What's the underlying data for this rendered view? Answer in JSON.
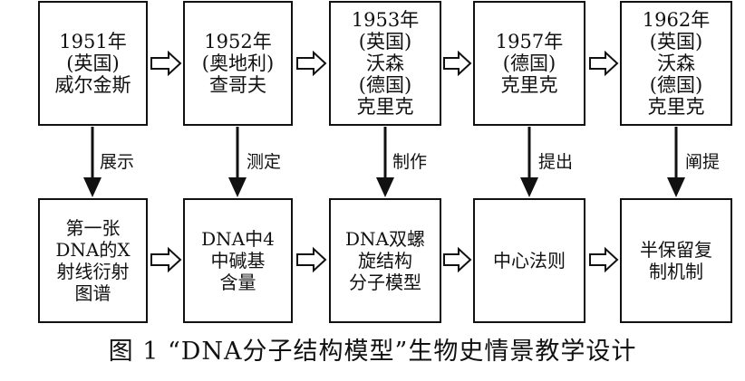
{
  "top_boxes": [
    {
      "lines": [
        "1951年",
        "(英国)",
        "威尔金斯"
      ]
    },
    {
      "lines": [
        "1952年",
        "(奥地利)",
        "查哥夫"
      ]
    },
    {
      "lines": [
        "1953年",
        "(英国)",
        "沃森",
        "(德国)",
        "克里克"
      ]
    },
    {
      "lines": [
        "1957年",
        "(德国)",
        "克里克"
      ]
    },
    {
      "lines": [
        "1962年",
        "(英国)",
        "沃森",
        "(德国)",
        "克里克"
      ]
    }
  ],
  "bottom_boxes": [
    {
      "lines": [
        "第一张",
        "DNA的X",
        "射线衍射",
        "图谱"
      ]
    },
    {
      "lines": [
        "DNA中4",
        "中碱基",
        "含量"
      ]
    },
    {
      "lines": [
        "DNA双螺",
        "旋结构",
        "分子模型"
      ]
    },
    {
      "lines": [
        "中心法则"
      ]
    },
    {
      "lines": [
        "半保留复",
        "制机制"
      ]
    }
  ],
  "arrow_labels": [
    "展示",
    "测定",
    "制作",
    "提出",
    "阐提"
  ],
  "caption": "图 1 “DNA分子结构模型”生物史情景教学设计"
}
